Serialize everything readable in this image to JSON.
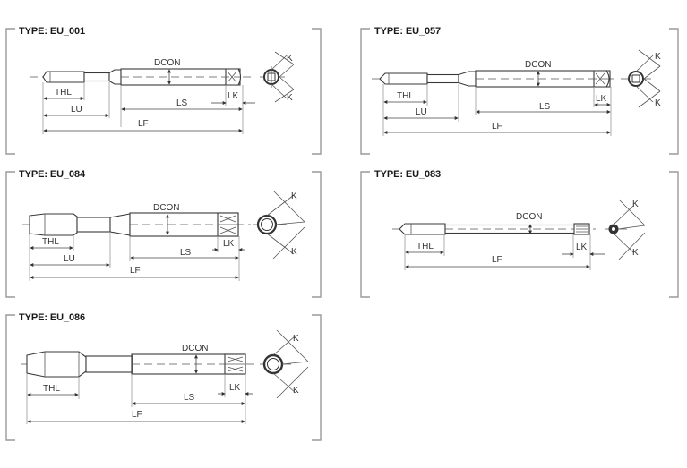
{
  "panels": [
    {
      "id": "EU_001",
      "title": "TYPE: EU_001",
      "labels": {
        "dcon": "DCON",
        "thl": "THL",
        "lu": "LU",
        "ls": "LS",
        "lk": "LK",
        "lf": "LF",
        "k_top": "K",
        "k_bottom": "K"
      }
    },
    {
      "id": "EU_057",
      "title": "TYPE: EU_057",
      "labels": {
        "dcon": "DCON",
        "thl": "THL",
        "lu": "LU",
        "ls": "LS",
        "lk": "LK",
        "lf": "LF",
        "k_top": "K",
        "k_bottom": "K"
      }
    },
    {
      "id": "EU_084",
      "title": "TYPE: EU_084",
      "labels": {
        "dcon": "DCON",
        "thl": "THL",
        "lu": "LU",
        "ls": "LS",
        "lk": "LK",
        "lf": "LF",
        "k_top": "K",
        "k_bottom": "K"
      }
    },
    {
      "id": "EU_083",
      "title": "TYPE: EU_083",
      "labels": {
        "dcon": "DCON",
        "thl": "THL",
        "lk": "LK",
        "lf": "LF",
        "k_top": "K",
        "k_bottom": "K"
      }
    },
    {
      "id": "EU_086",
      "title": "TYPE: EU_086",
      "labels": {
        "dcon": "DCON",
        "thl": "THL",
        "ls": "LS",
        "lk": "LK",
        "lf": "LF",
        "k_top": "K",
        "k_bottom": "K"
      }
    }
  ],
  "colors": {
    "bracket": "#9a9a9a",
    "outline": "#3a3a3a",
    "text": "#1a1a1a"
  }
}
